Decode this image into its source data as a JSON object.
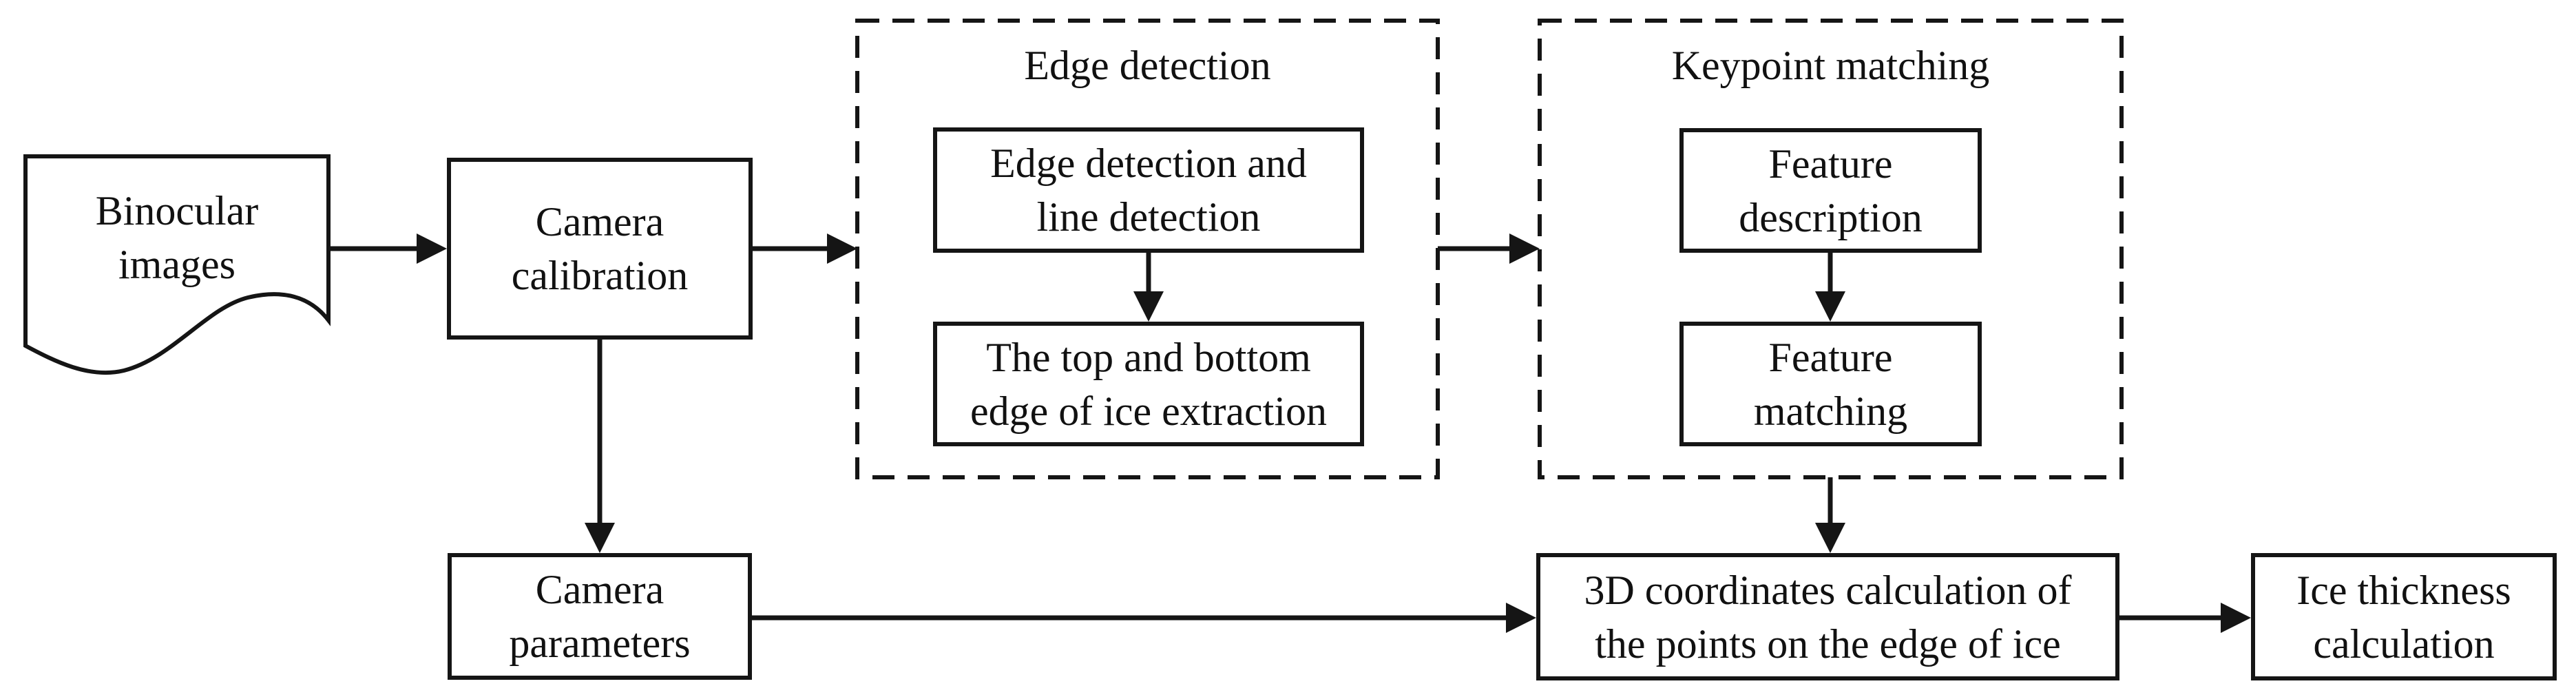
{
  "diagram": {
    "description": "Flowchart of ice thickness measurement from binocular images",
    "colors": {
      "ink": "#151515",
      "background": "#ffffff"
    },
    "nodes": {
      "binocular_images": {
        "line1": "Binocular",
        "line2": "images"
      },
      "camera_calibration": {
        "line1": "Camera",
        "line2": "calibration"
      },
      "camera_parameters": {
        "line1": "Camera",
        "line2": "parameters"
      },
      "edge_detection_group": {
        "title": "Edge detection"
      },
      "edge_line_detection": {
        "line1": "Edge detection and",
        "line2": "line detection"
      },
      "ice_edge_extraction": {
        "line1": "The top and bottom",
        "line2": "edge of ice extraction"
      },
      "keypoint_matching_group": {
        "title": "Keypoint matching"
      },
      "feature_description": {
        "line1": "Feature",
        "line2": "description"
      },
      "feature_matching": {
        "line1": "Feature",
        "line2": "matching"
      },
      "coordinates_calculation": {
        "line1": "3D coordinates calculation of",
        "line2": "the points on the edge of ice"
      },
      "ice_thickness_calculation": {
        "line1": "Ice thickness",
        "line2": "calculation"
      }
    }
  }
}
